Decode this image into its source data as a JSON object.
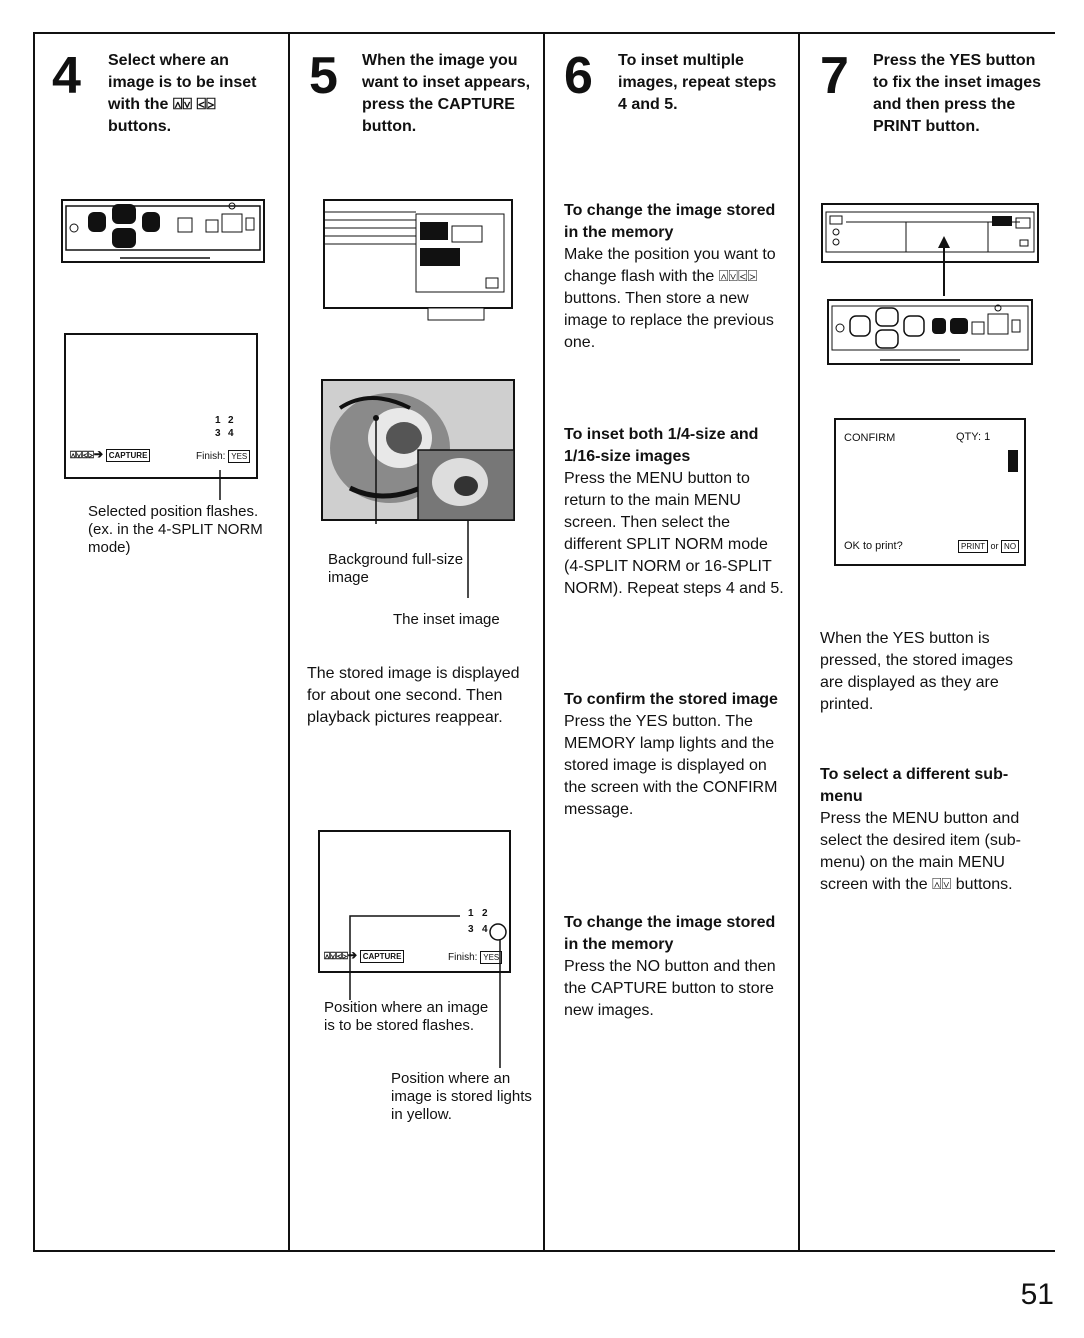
{
  "page_number": "51",
  "step4": {
    "number": "4",
    "heading": "Select where an image is to be inset with the ⍓⍌ ⍃⍄ buttons.",
    "screen_keys": "⍓⍌⍃⍄➔",
    "screen_capture": "CAPTURE",
    "screen_finish": "Finish:",
    "screen_yes": "YES",
    "pos_1": "1",
    "pos_2": "2",
    "pos_3": "3",
    "pos_4": "4",
    "caption": "Selected position flashes. (ex. in the 4-SPLIT NORM mode)"
  },
  "step5": {
    "number": "5",
    "heading": "When the image you want to inset appears, press the CAPTURE button.",
    "caption_background": "Background full-size image",
    "caption_inset": "The inset image",
    "body": "The stored image is displayed for about one second. Then playback pictures reappear.",
    "screen_keys": "⍓⍌⍃⍄➔",
    "screen_capture": "CAPTURE",
    "screen_finish": "Finish:",
    "screen_yes": "YES",
    "pos_1": "1",
    "pos_2": "2",
    "pos_3": "3",
    "pos_4": "4",
    "caption_flash": "Position where an image is to be stored flashes.",
    "caption_stored": "Position where an image is stored lights in yellow."
  },
  "step6": {
    "number": "6",
    "heading": "To inset multiple images, repeat steps 4 and 5.",
    "sections": [
      {
        "title": "To change the image stored in the memory",
        "text": "Make the position you want to change flash with the ⍓⍌⍃⍄ buttons. Then store a new image to replace the previous one."
      },
      {
        "title": "To inset both 1/4-size and 1/16-size images",
        "text": "Press the MENU button to return to the main MENU screen. Then select the different SPLIT NORM mode (4-SPLIT NORM or 16-SPLIT NORM). Repeat steps 4 and 5."
      },
      {
        "title": "To confirm the stored image",
        "text": "Press the YES button. The MEMORY lamp lights and the stored image is displayed on the screen with the CONFIRM message."
      },
      {
        "title": "To change the image stored in the memory",
        "text": "Press the NO button and then the CAPTURE button to store new images."
      }
    ]
  },
  "step7": {
    "number": "7",
    "heading": "Press the YES button to fix the inset images and then press the PRINT button.",
    "screen_confirm": "CONFIRM",
    "screen_qty": "QTY: 1",
    "screen_ok": "OK to print?",
    "screen_print": "PRINT",
    "screen_or": "or",
    "screen_no": "NO",
    "body": "When the YES button is pressed, the stored images are displayed as they are printed.",
    "section_title": "To select a different sub-menu",
    "section_text": "Press the MENU button and select the desired item (sub-menu) on the main MENU screen with the ⍓⍌ buttons."
  }
}
